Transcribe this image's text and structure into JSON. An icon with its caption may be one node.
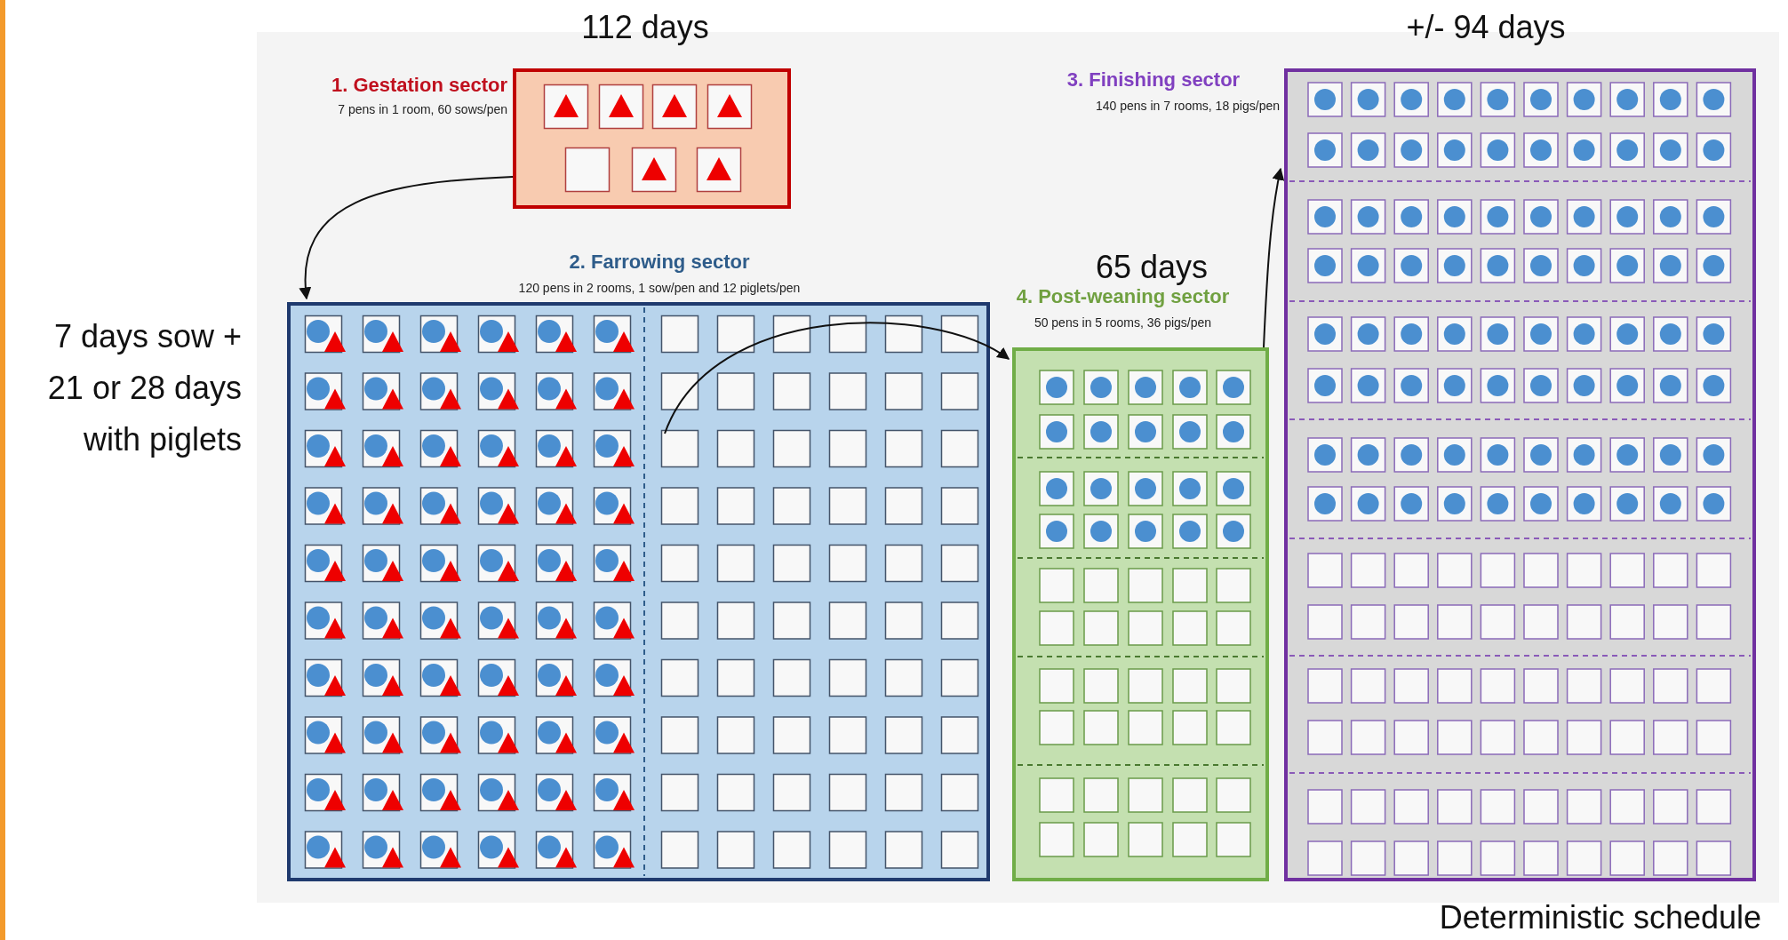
{
  "diagram": {
    "nodes": [
      {
        "text": [
          "1. Gestation sector",
          "7 pens in 1 room, 60 sows/pen"
        ],
        "beside": [
          "112 days"
        ]
      },
      {
        "text": [
          "3. Finishing sector",
          "140 pens in 7 rooms, 18 pigs/pen"
        ],
        "beside": [
          "+/- 94 days"
        ]
      },
      {
        "text": [
          "2. Farrowing sector",
          "120 pens in 2 rooms, 1 sow/pen and 12 piglets/pen"
        ],
        "beside": [
          "7 days sow + 21 or 28 days with piglets"
        ]
      },
      {
        "text": [
          "4. Post-weaning sector",
          "50 pens in 5 rooms, 36 pigs/pen"
        ],
        "beside": [
          "65 days"
        ]
      }
    ],
    "edges": [
      {
        "from": 0,
        "to": 2,
        "arrow": "to"
      },
      {
        "from": 2,
        "to": 3,
        "arrow": "to"
      },
      {
        "from": 3,
        "to": 1,
        "arrow": "to"
      }
    ],
    "labels": [
      "Deterministic schedule"
    ]
  }
}
